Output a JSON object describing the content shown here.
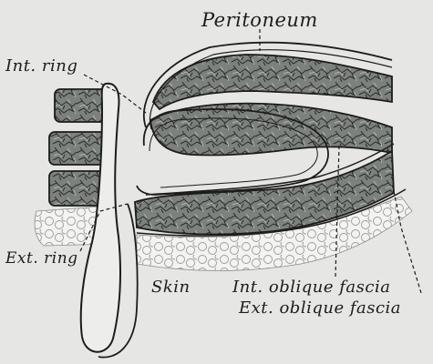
{
  "labels": {
    "peritoneum": "Peritoneum",
    "int_ring": "Int. ring",
    "ext_ring": "Ext. ring",
    "skin": "Skin",
    "int_oblique_fascia": "Int. oblique fascia",
    "ext_oblique_fascia": "Ext. oblique fascia"
  },
  "colors": {
    "background": "#e6e6e4",
    "muscle_fill": "#7b7f7c",
    "outline": "#1c1c1c"
  }
}
